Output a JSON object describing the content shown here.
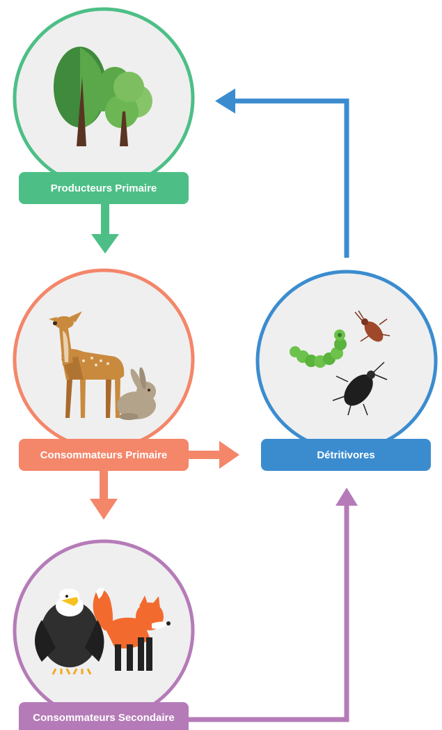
{
  "nodes": {
    "producteurs": {
      "label": "Producteurs Primaire",
      "color": "#4dbf86",
      "icon": "trees-icon"
    },
    "consommateurs_primaire": {
      "label": "Consommateurs Primaire",
      "color": "#f4866a",
      "icon": "deer-rabbit-icon"
    },
    "detritivores": {
      "label": "Détritivores",
      "color": "#3b8ccf",
      "icon": "insects-icon"
    },
    "consommateurs_secondaire": {
      "label": "Consommateurs Secondaire",
      "color": "#b57bb8",
      "icon": "eagle-fox-icon"
    }
  },
  "edges": [
    {
      "from": "producteurs",
      "to": "consommateurs_primaire",
      "color": "#4dbf86"
    },
    {
      "from": "consommateurs_primaire",
      "to": "detritivores",
      "color": "#f4866a"
    },
    {
      "from": "consommateurs_primaire",
      "to": "consommateurs_secondaire",
      "color": "#f4866a"
    },
    {
      "from": "consommateurs_secondaire",
      "to": "detritivores",
      "color": "#b57bb8"
    },
    {
      "from": "detritivores",
      "to": "producteurs",
      "color": "#3b8ccf"
    }
  ]
}
